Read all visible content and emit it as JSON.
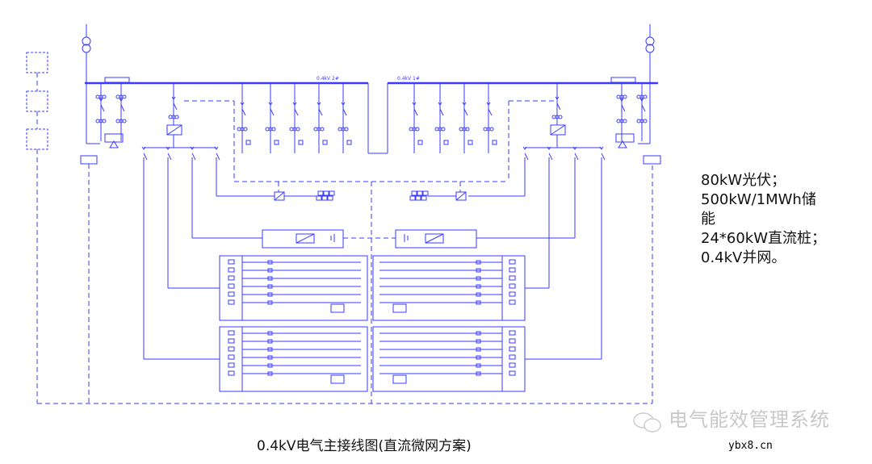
{
  "diagram": {
    "bus_left_label": "0.4kV 2#",
    "bus_right_label": "0.4kV 1#",
    "line_color": "#3b3bff",
    "caption": "0.4kV电气主接线图(直流微网方案)"
  },
  "notes": [
    "80kW光伏；",
    "500kW/1MWh储",
    "能",
    "24*60kW直流桩；",
    "0.4kV并网。"
  ],
  "watermark": {
    "text": "电气能效管理系统",
    "site": "ybx8.cn"
  }
}
